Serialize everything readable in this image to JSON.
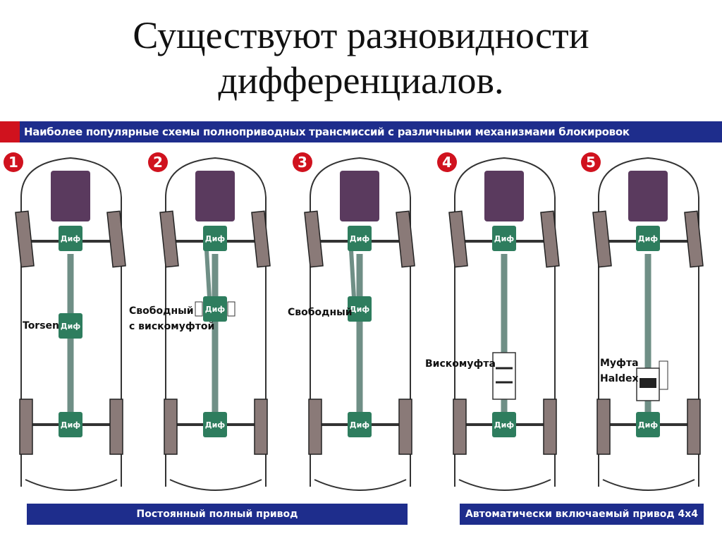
{
  "slide": {
    "title_line1": "Существуют разновидности",
    "title_line2": "дифференциалов."
  },
  "figure": {
    "header": "Наиболее популярные схемы полноприводных трансмиссий с различными механизмами блокировок",
    "diff_label": "Диф",
    "schemes": [
      {
        "number": "1",
        "center_label": "Torsen",
        "center_label2": ""
      },
      {
        "number": "2",
        "center_label": "Свободный",
        "center_label2": "с вискомуфтой"
      },
      {
        "number": "3",
        "center_label": "Свободный",
        "center_label2": ""
      },
      {
        "number": "4",
        "center_label": "Вискомуфта",
        "center_label2": ""
      },
      {
        "number": "5",
        "center_label": "Муфта",
        "center_label2": "Haldex"
      }
    ],
    "footer_left": "Постоянный полный привод",
    "footer_right": "Автоматически включаемый привод 4x4"
  },
  "colors": {
    "header_band": "#1e2d8c",
    "accent_red": "#d0121e",
    "engine": "#5a3a5e",
    "diff": "#2e7d5e",
    "wheel": "#8a7a78",
    "shaft": "#6f8f86"
  }
}
